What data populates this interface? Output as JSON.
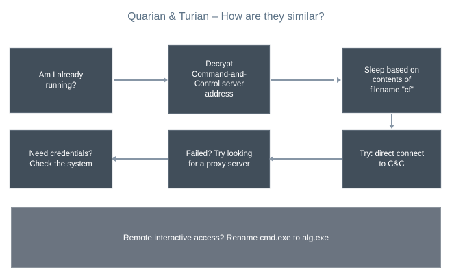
{
  "slide": {
    "title": "Quarian & Turian – How are they similar?",
    "background_color": "#ffffff",
    "title_color": "#5c7286"
  },
  "theme": {
    "node_fill": "#414e5a",
    "node_border": "#5b6875",
    "node_text": "#ffffff",
    "banner_fill": "#6b7480",
    "banner_border": "#8b939c",
    "connector_color": "#8796a6"
  },
  "nodes": [
    {
      "id": "running",
      "label": "Am I already\nrunning?"
    },
    {
      "id": "decrypt",
      "label": "Decrypt\nCommand-and-\nControl server\naddress"
    },
    {
      "id": "sleep",
      "label": "Sleep based on\ncontents of\nfilename \"cf\""
    },
    {
      "id": "credentials",
      "label": "Need credentials?\nCheck the system"
    },
    {
      "id": "proxy",
      "label": "Failed? Try looking\nfor a proxy server"
    },
    {
      "id": "directconn",
      "label": "Try: direct connect\nto C&C"
    }
  ],
  "banner": {
    "label": "Remote interactive access? Rename cmd.exe to alg.exe"
  },
  "connectors": [
    {
      "id": "running-decrypt",
      "from": "running",
      "to": "decrypt",
      "direction": "right"
    },
    {
      "id": "decrypt-sleep",
      "from": "decrypt",
      "to": "sleep",
      "direction": "right"
    },
    {
      "id": "sleep-direct",
      "from": "sleep",
      "to": "directconn",
      "direction": "down"
    },
    {
      "id": "direct-proxy",
      "from": "directconn",
      "to": "proxy",
      "direction": "left"
    },
    {
      "id": "proxy-credentials",
      "from": "proxy",
      "to": "credentials",
      "direction": "left"
    }
  ]
}
